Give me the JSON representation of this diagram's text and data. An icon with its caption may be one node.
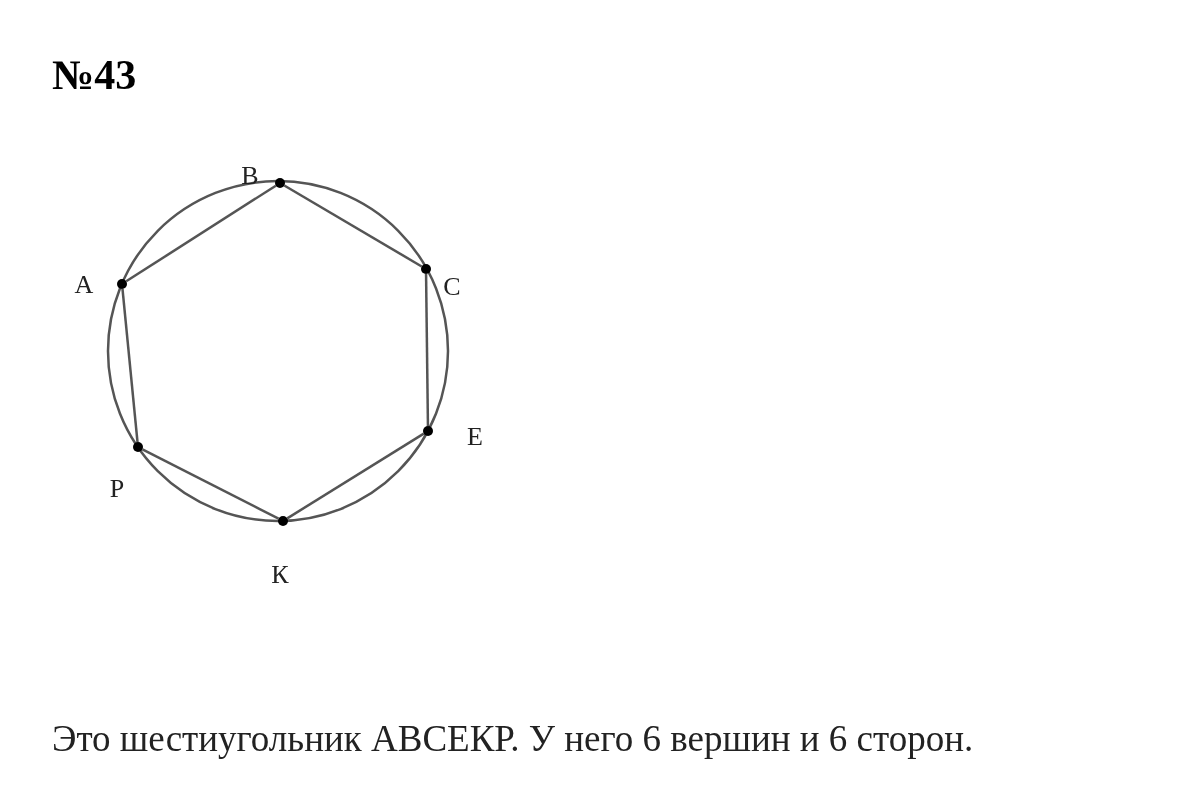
{
  "diagram": {
    "title": "№43",
    "caption": "Это шестиугольник АВСЕКР. У него 6 вершин и 6 сторон.",
    "nodes": [
      {
        "text": [],
        "shape": "circle",
        "beside": [
          "А"
        ]
      },
      {
        "text": [],
        "shape": "circle",
        "beside": [
          "В"
        ]
      },
      {
        "text": [],
        "shape": "circle",
        "beside": [
          "С"
        ]
      },
      {
        "text": [],
        "shape": "circle",
        "beside": [
          "Е"
        ]
      },
      {
        "text": [],
        "shape": "circle",
        "beside": [
          "К"
        ]
      },
      {
        "text": [],
        "shape": "circle",
        "beside": [
          "Р"
        ]
      }
    ],
    "edges": [
      {
        "from": 0,
        "to": 1,
        "arrow": "none"
      },
      {
        "from": 1,
        "to": 2,
        "arrow": "none"
      },
      {
        "from": 2,
        "to": 3,
        "arrow": "none"
      },
      {
        "from": 3,
        "to": 4,
        "arrow": "none"
      },
      {
        "from": 4,
        "to": 5,
        "arrow": "none"
      },
      {
        "from": 5,
        "to": 0,
        "arrow": "none"
      }
    ]
  }
}
